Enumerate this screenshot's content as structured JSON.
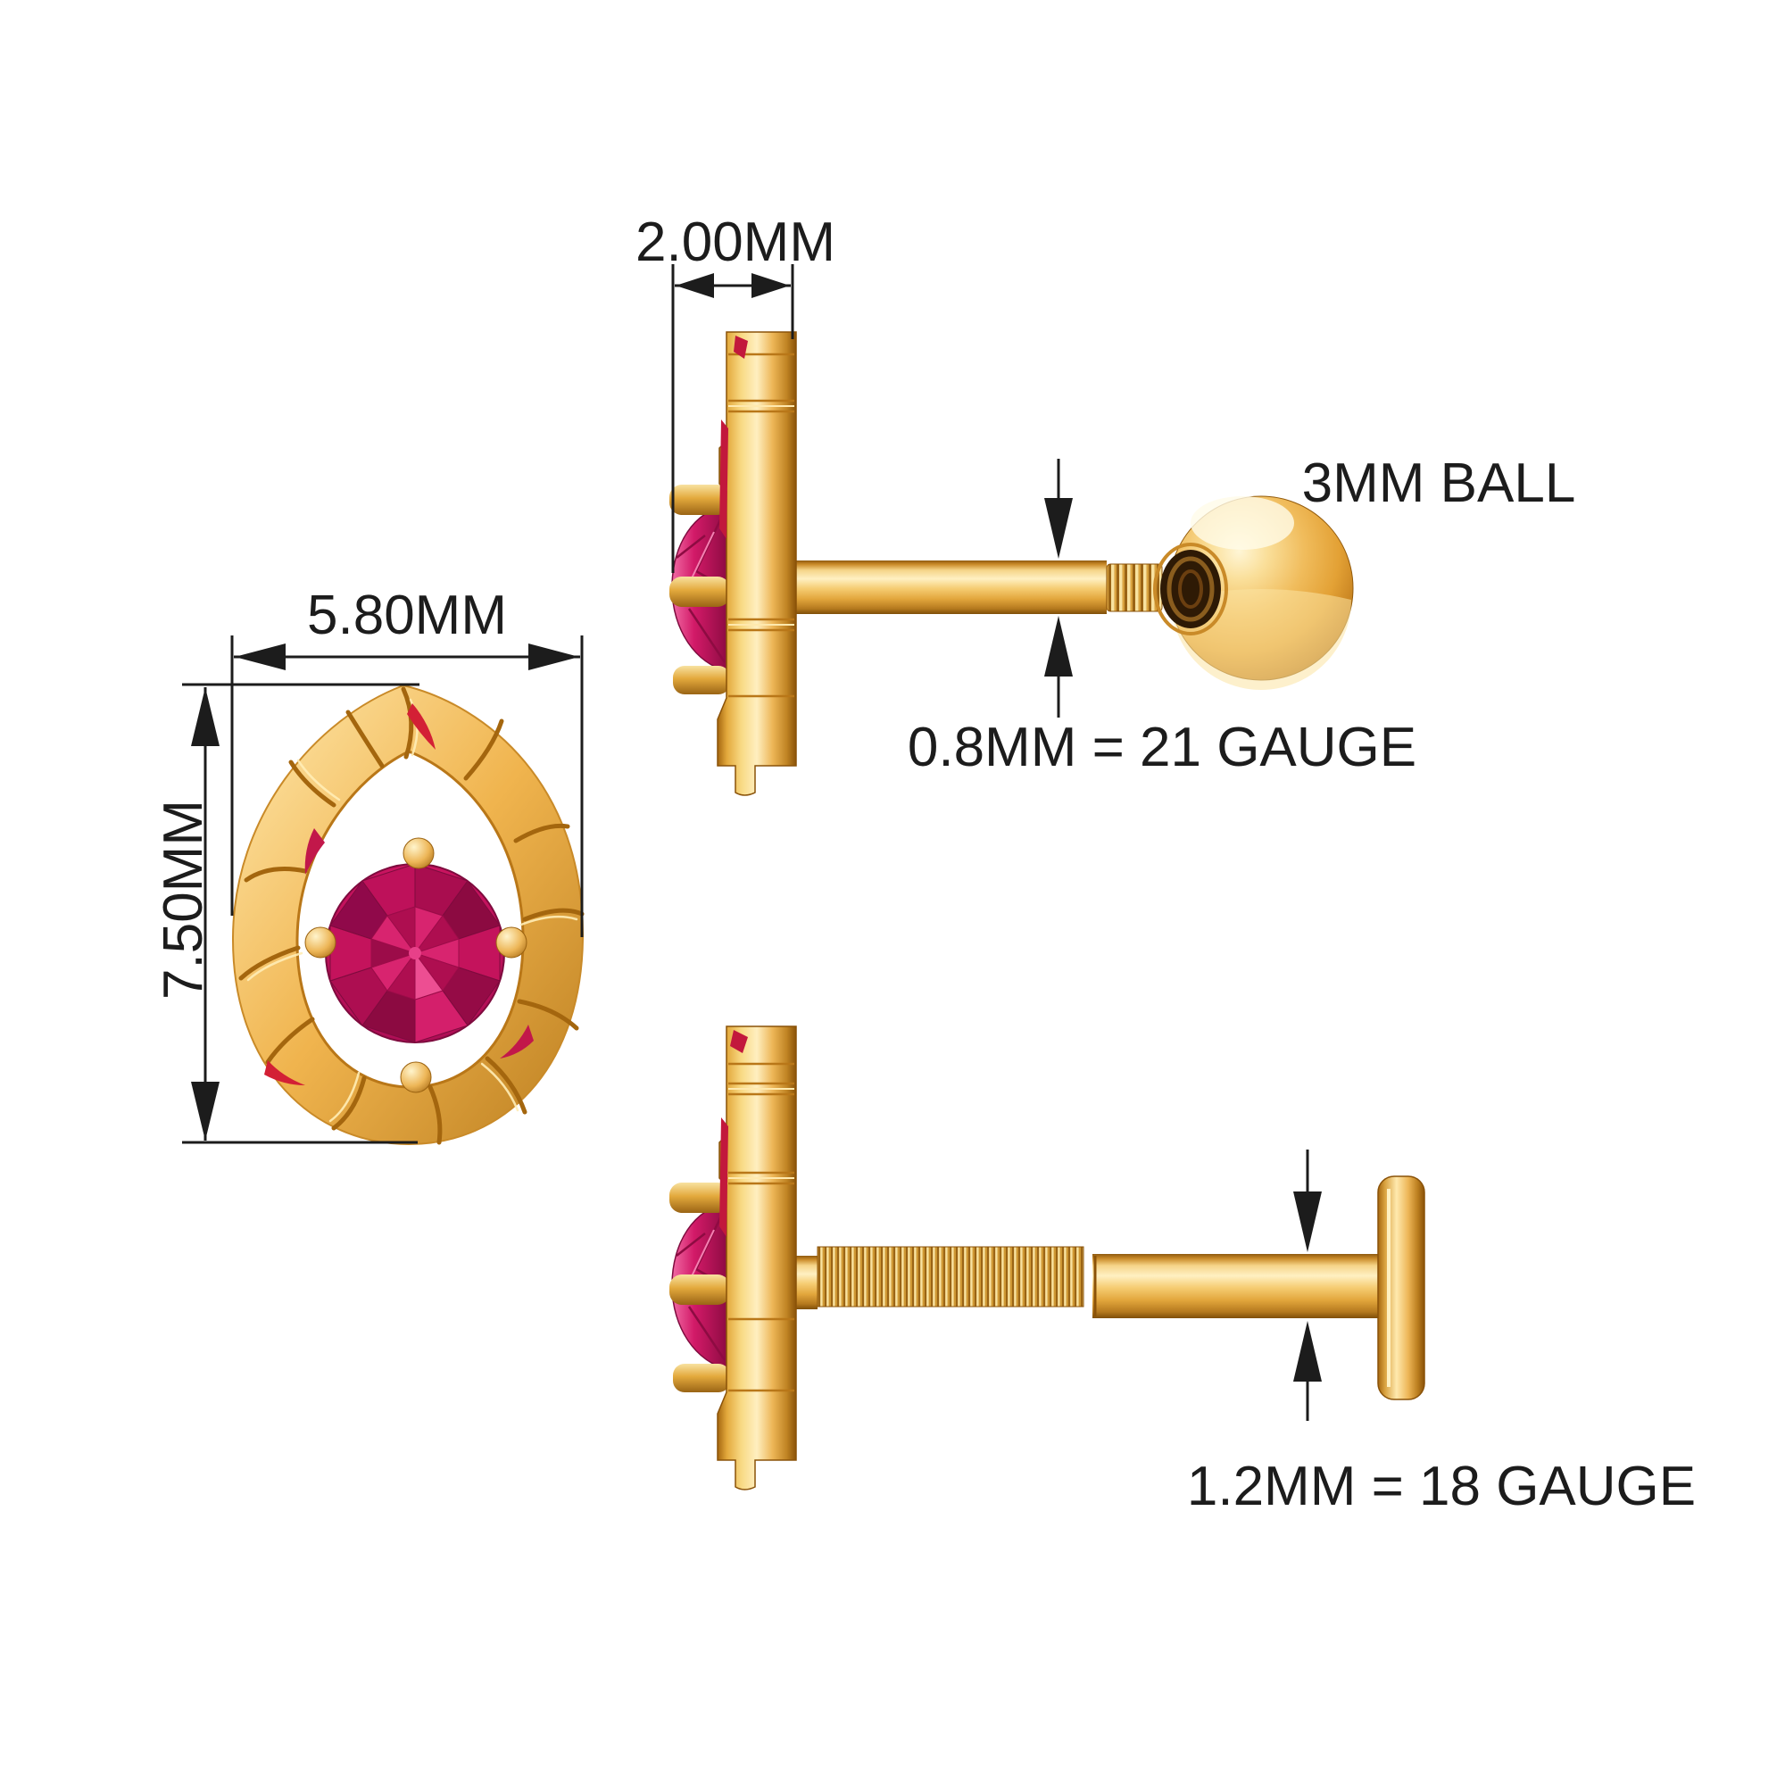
{
  "diagram": {
    "title": "gold ruby piercing earring dimension diagram",
    "labels": {
      "head_width": "2.00MM",
      "ball_size": "3MM BALL",
      "post_gauge_top": "0.8MM = 21 GAUGE",
      "front_width": "5.80MM",
      "front_height": "7.50MM",
      "post_gauge_bottom": "1.2MM = 18 GAUGE"
    },
    "colors": {
      "background": "#FFFFFF",
      "line": "#1C1C1C",
      "gold": "#E8A83E",
      "gold_light": "#FFEFC0",
      "gold_dark": "#8F5A10",
      "ruby": "#C9135F",
      "ruby_dark": "#8C0A41",
      "crevice_red": "#D32035"
    }
  }
}
